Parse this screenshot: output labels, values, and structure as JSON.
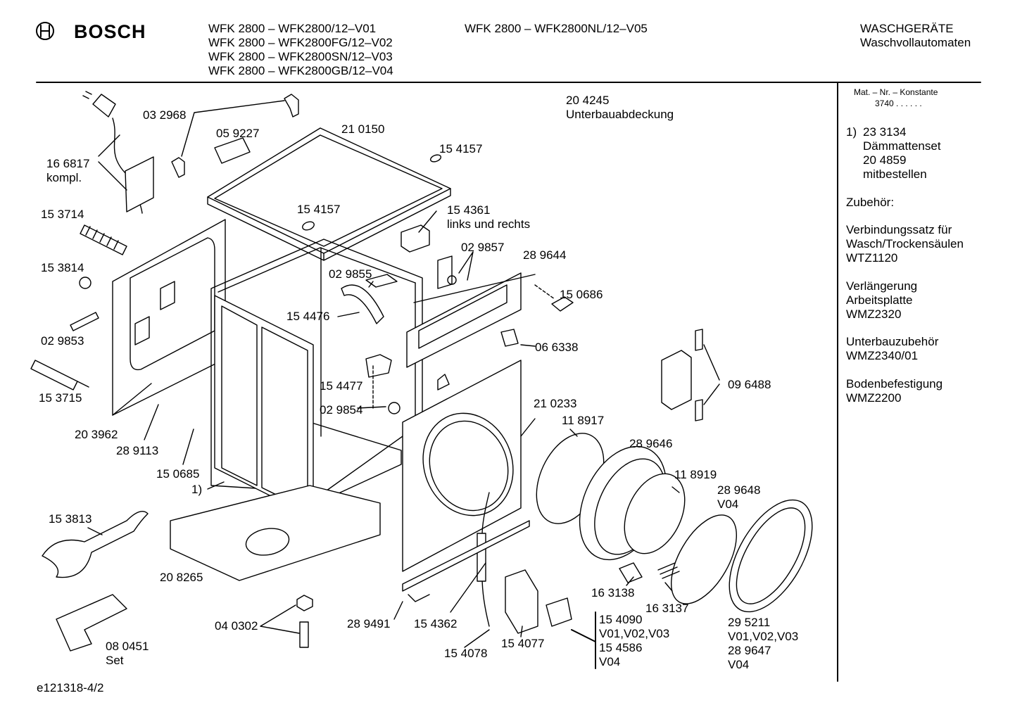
{
  "header": {
    "brand": "BOSCH",
    "models_left": [
      "WFK 2800 – WFK2800/12–V01",
      "WFK 2800 – WFK2800FG/12–V02",
      "WFK 2800 – WFK2800SN/12–V03",
      "WFK 2800 – WFK2800GB/12–V04"
    ],
    "models_right": [
      "WFK 2800 – WFK2800NL/12–V05"
    ],
    "category": "WASCHGERÄTE",
    "subcategory": "Waschvollautomaten"
  },
  "sidebar": {
    "mat_label": "Mat. – Nr. – Konstante",
    "mat_value": "3740  .  .  .  .  .  .",
    "note_marker": "1)",
    "note_lines": [
      "23 3134",
      "Dämmattenset",
      "20 4859",
      "mitbestellen"
    ],
    "accessories_heading": "Zubehör:",
    "accessories": [
      [
        "Verbindungssatz für",
        "Wasch/Trockensäulen",
        "WTZ1120"
      ],
      [
        "Verlängerung",
        "Arbeitsplatte",
        "WMZ2320"
      ],
      [
        "Unterbauzubehör",
        "WMZ2340/01"
      ],
      [
        "Bodenbefestigung",
        "WMZ2200"
      ]
    ]
  },
  "parts": {
    "p204245": [
      "20 4245",
      "Unterbauabdeckung"
    ],
    "p032968": "03 2968",
    "p059227": "05 9227",
    "p210150": "21 0150",
    "p154157a": "15 4157",
    "p166817": [
      "16 6817",
      "kompl."
    ],
    "p154157b": "15 4157",
    "p154361": [
      "15 4361",
      "links und rechts"
    ],
    "p153714": "15 3714",
    "p029857": "02 9857",
    "p289644": "28 9644",
    "p153814": "15 3814",
    "p029855": "02 9855",
    "p150686": "15 0686",
    "p154476": "15 4476",
    "p029853": "02 9853",
    "p066338": "06 6338",
    "p096488": "09 6488",
    "p154477": "15 4477",
    "p153715": "15 3715",
    "p210233": "21 0233",
    "p029854": "02 9854",
    "p118917": "11 8917",
    "p203962": "20 3962",
    "p289113": "28 9113",
    "p289646": "28 9646",
    "p150685": "15 0685",
    "p118919": "11 8919",
    "p1note": "1)",
    "p289648": [
      "28 9648",
      "V04"
    ],
    "p153813": "15 3813",
    "p208265": "20 8265",
    "p163138": "16 3138",
    "p163137": "16 3137",
    "p040302": "04 0302",
    "p289491": "28 9491",
    "p154362": "15 4362",
    "p154090": [
      "15 4090",
      "V01,V02,V03",
      "15 4586",
      "V04"
    ],
    "p295211": [
      "29 5211",
      "V01,V02,V03",
      "28 9647",
      "V04"
    ],
    "p154077": "15 4077",
    "p080451": [
      "08 0451",
      "Set"
    ],
    "p154078": "15 4078"
  },
  "footer": {
    "code": "e121318-4/2"
  }
}
